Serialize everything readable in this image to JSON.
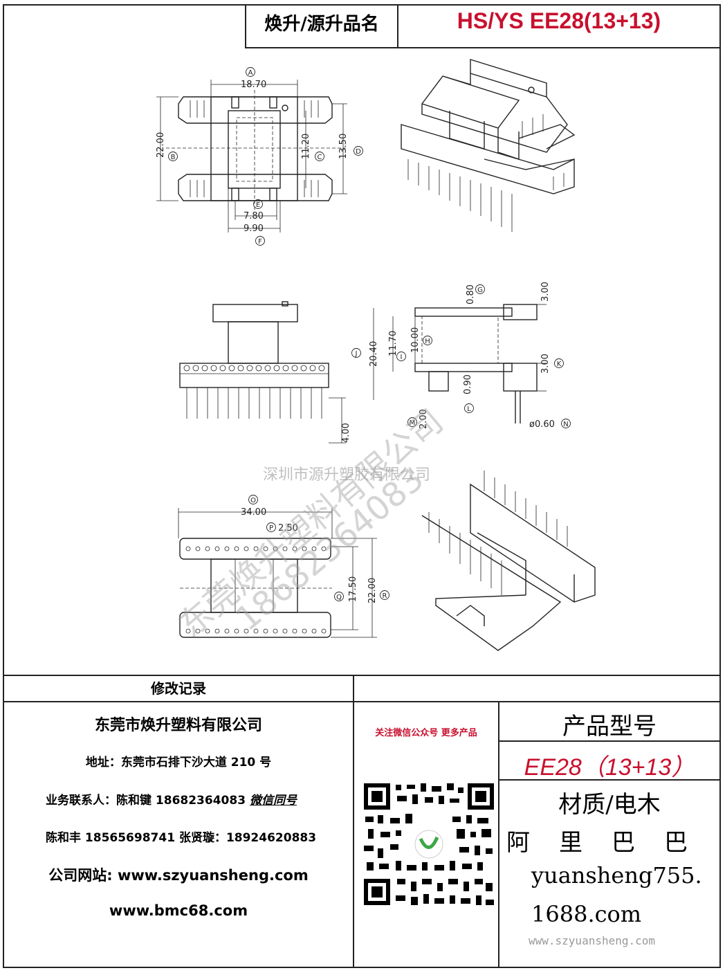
{
  "header": {
    "label": "焕升/源升品名",
    "title": "HS/YS EE28(13+13)"
  },
  "dims": {
    "top_view": {
      "a": "18.70",
      "b": "22.00",
      "c": "11.20",
      "d": "13.50",
      "e": "7.80",
      "f": "9.90"
    },
    "side_view": {
      "g": "0.80",
      "h": "10.00",
      "i": "11.70",
      "j": "20.40",
      "k": "3.00",
      "k2": "3.00",
      "l": "0.90",
      "m": "2.00",
      "n": "ø0.60",
      "pin": "4.00"
    },
    "bottom_view": {
      "o": "34.00",
      "p": "2.50",
      "q": "17.50",
      "r": "22.00"
    },
    "markers": [
      "A",
      "B",
      "C",
      "D",
      "E",
      "F",
      "G",
      "H",
      "I",
      "J",
      "K",
      "L",
      "M",
      "N",
      "O",
      "P",
      "Q",
      "R"
    ]
  },
  "watermarks": {
    "company_center": "深圳市源升塑胶有限公司",
    "diag1": "东莞焕升塑料有限公司",
    "diag2": "18682364083"
  },
  "footer": {
    "revision_label": "修改记录",
    "company": "东莞市焕升塑料有限公司",
    "address": "地址：东莞市石排下沙大道 210 号",
    "contact1_label": "业务联系人：陈和键 18682364083",
    "contact1_wechat": "微信同号",
    "contact2": "陈和丰 18565698741 张贤璇：18924620883",
    "website_label": "公司网站: www.szyuansheng.com",
    "website2": "www.bmc68.com",
    "qr_caption": "关注微信公众号 更多产品",
    "model_label": "产品型号",
    "model": "EE28（13+13）",
    "material": "材质/电木",
    "alibaba": "阿　里　巴　巴",
    "shop1": "yuansheng755.",
    "shop2": "1688.com",
    "site_small": "www.szyuansheng.com"
  }
}
